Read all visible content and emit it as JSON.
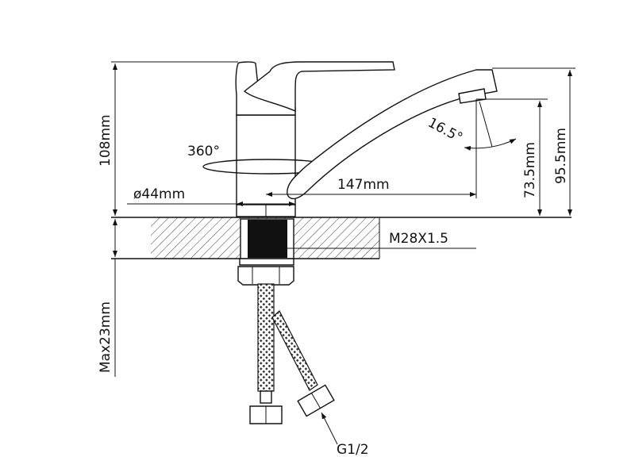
{
  "drawing": {
    "labels": {
      "height_total": "108mm",
      "rotation": "360°",
      "base_diameter": "ø44mm",
      "spout_reach": "147mm",
      "spout_angle": "16.5°",
      "spout_height": "73.5mm",
      "spout_top_height": "95.5mm",
      "thread": "M28X1.5",
      "max_countertop": "Max23mm",
      "hose_connector": "G1/2"
    },
    "colors": {
      "line": "#111111",
      "background": "#ffffff"
    }
  }
}
